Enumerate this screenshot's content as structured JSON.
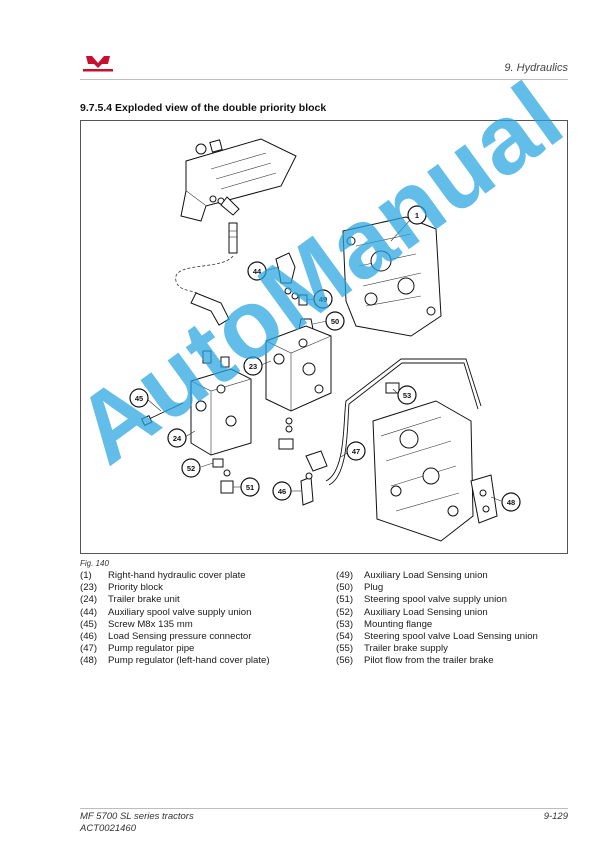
{
  "header": {
    "section": "9. Hydraulics"
  },
  "heading": "9.7.5.4  Exploded view of the double priority block",
  "figure": {
    "caption": "Fig. 140",
    "callouts": [
      "1",
      "44",
      "49",
      "50",
      "23",
      "53",
      "45",
      "24",
      "47",
      "52",
      "51",
      "46",
      "48"
    ]
  },
  "legend": {
    "left": [
      {
        "num": "(1)",
        "text": "Right-hand hydraulic cover plate"
      },
      {
        "num": "(23)",
        "text": "Priority block"
      },
      {
        "num": "(24)",
        "text": "Trailer brake unit"
      },
      {
        "num": "(44)",
        "text": "Auxiliary spool valve supply union"
      },
      {
        "num": "(45)",
        "text": "Screw M8x 135 mm"
      },
      {
        "num": "(46)",
        "text": "Load Sensing pressure connector"
      },
      {
        "num": "(47)",
        "text": "Pump regulator pipe"
      },
      {
        "num": "(48)",
        "text": "Pump regulator (left-hand cover plate)"
      }
    ],
    "right": [
      {
        "num": "(49)",
        "text": "Auxiliary Load Sensing union"
      },
      {
        "num": "(50)",
        "text": "Plug"
      },
      {
        "num": "(51)",
        "text": "Steering spool valve supply union"
      },
      {
        "num": "(52)",
        "text": "Auxiliary Load Sensing union"
      },
      {
        "num": "(53)",
        "text": "Mounting flange"
      },
      {
        "num": "(54)",
        "text": "Steering spool valve Load Sensing union"
      },
      {
        "num": "(55)",
        "text": "Trailer brake supply"
      },
      {
        "num": "(56)",
        "text": "Pilot flow from the trailer brake"
      }
    ]
  },
  "footer": {
    "title": "MF 5700 SL series tractors",
    "code": "ACT0021460",
    "page": "9-129"
  },
  "watermark": "AutoManual",
  "colors": {
    "brand_red": "#c8102e",
    "watermark_blue": "#26a5e1"
  }
}
